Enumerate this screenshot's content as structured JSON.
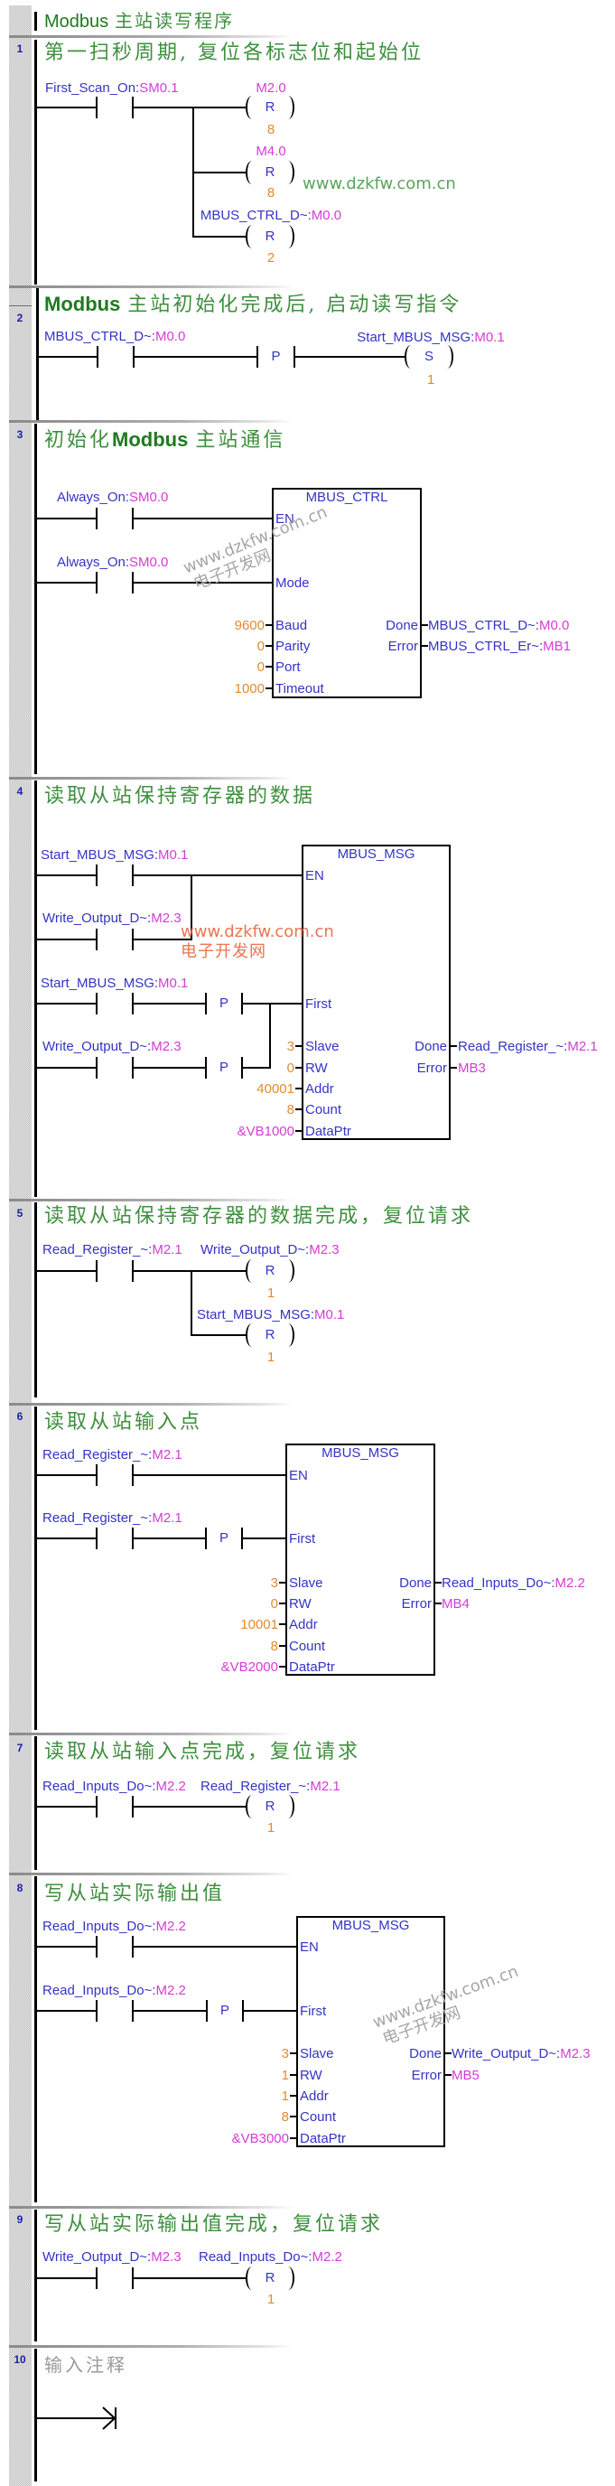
{
  "ui": {
    "addr_sep": ":"
  },
  "colors": {
    "symbol": "#3434c4",
    "address": "#d43cd4",
    "constant": "#e08c2c",
    "pin": "#3434c4",
    "title": "#3f8f3f",
    "title-en": "#1f7a1f",
    "netnum": "#1c1cb0",
    "placeholder": "#9a9a9a",
    "wm-green": "#5aa55a",
    "wm-red": "#ea7550",
    "wm-gray": "#a6a6a6"
  },
  "header": {
    "prefix": "Modbus",
    "text": "主站读写程序"
  },
  "watermark": {
    "url": "www.dzkfw.com.cn",
    "site": "电子开发网"
  },
  "networks": [
    {
      "number": "1",
      "title": "第一扫秒周期, 复位各标志位和起始位",
      "contacts": [
        {
          "symbol": "First_Scan_On",
          "address": "SM0.1"
        }
      ],
      "coils": [
        {
          "address": "M2.0",
          "instruction": "R",
          "count": "8"
        },
        {
          "address": "M4.0",
          "instruction": "R",
          "count": "8"
        },
        {
          "symbol": "MBUS_CTRL_D~",
          "address": "M0.0",
          "instruction": "R",
          "count": "2"
        }
      ]
    },
    {
      "number": "2",
      "title_prefix": "Modbus",
      "title": "主站初始化完成后, 启动读写指令",
      "contacts": [
        {
          "symbol": "MBUS_CTRL_D~",
          "address": "M0.0",
          "edge": "P"
        }
      ],
      "coils": [
        {
          "symbol": "Start_MBUS_MSG",
          "address": "M0.1",
          "instruction": "S",
          "count": "1"
        }
      ]
    },
    {
      "number": "3",
      "title_lead": "初始化",
      "title_prefix": "Modbus",
      "title": "主站通信",
      "contacts": [
        {
          "symbol": "Always_On",
          "address": "SM0.0"
        },
        {
          "symbol": "Always_On",
          "address": "SM0.0"
        }
      ],
      "block": {
        "name": "MBUS_CTRL",
        "inputs": [
          {
            "pin": "EN"
          },
          {
            "pin": "Mode"
          },
          {
            "pin": "Baud",
            "value": "9600"
          },
          {
            "pin": "Parity",
            "value": "0"
          },
          {
            "pin": "Port",
            "value": "0"
          },
          {
            "pin": "Timeout",
            "value": "1000"
          }
        ],
        "outputs": [
          {
            "pin": "Done",
            "symbol": "MBUS_CTRL_D~",
            "address": "M0.0"
          },
          {
            "pin": "Error",
            "symbol": "MBUS_CTRL_Er~",
            "address": "MB1"
          }
        ]
      }
    },
    {
      "number": "4",
      "title": "读取从站保持寄存器的数据",
      "contacts": [
        {
          "symbol": "Start_MBUS_MSG",
          "address": "M0.1"
        },
        {
          "symbol": "Write_Output_D~",
          "address": "M2.3"
        },
        {
          "symbol": "Start_MBUS_MSG",
          "address": "M0.1",
          "edge": "P"
        },
        {
          "symbol": "Write_Output_D~",
          "address": "M2.3",
          "edge": "P"
        }
      ],
      "block": {
        "name": "MBUS_MSG",
        "inputs": [
          {
            "pin": "EN"
          },
          {
            "pin": "First"
          },
          {
            "pin": "Slave",
            "value": "3"
          },
          {
            "pin": "RW",
            "value": "0"
          },
          {
            "pin": "Addr",
            "value": "40001"
          },
          {
            "pin": "Count",
            "value": "8"
          },
          {
            "pin": "DataPtr",
            "value": "&VB1000"
          }
        ],
        "outputs": [
          {
            "pin": "Done",
            "symbol": "Read_Register_~",
            "address": "M2.1"
          },
          {
            "pin": "Error",
            "address": "MB3"
          }
        ]
      }
    },
    {
      "number": "5",
      "title": "读取从站保持寄存器的数据完成，复位请求",
      "contacts": [
        {
          "symbol": "Read_Register_~",
          "address": "M2.1"
        }
      ],
      "coils": [
        {
          "symbol": "Write_Output_D~",
          "address": "M2.3",
          "instruction": "R",
          "count": "1"
        },
        {
          "symbol": "Start_MBUS_MSG",
          "address": "M0.1",
          "instruction": "R",
          "count": "1"
        }
      ]
    },
    {
      "number": "6",
      "title": "读取从站输入点",
      "contacts": [
        {
          "symbol": "Read_Register_~",
          "address": "M2.1"
        },
        {
          "symbol": "Read_Register_~",
          "address": "M2.1",
          "edge": "P"
        }
      ],
      "block": {
        "name": "MBUS_MSG",
        "inputs": [
          {
            "pin": "EN"
          },
          {
            "pin": "First"
          },
          {
            "pin": "Slave",
            "value": "3"
          },
          {
            "pin": "RW",
            "value": "0"
          },
          {
            "pin": "Addr",
            "value": "10001"
          },
          {
            "pin": "Count",
            "value": "8"
          },
          {
            "pin": "DataPtr",
            "value": "&VB2000"
          }
        ],
        "outputs": [
          {
            "pin": "Done",
            "symbol": "Read_Inputs_Do~",
            "address": "M2.2"
          },
          {
            "pin": "Error",
            "address": "MB4"
          }
        ]
      }
    },
    {
      "number": "7",
      "title": "读取从站输入点完成，复位请求",
      "contacts": [
        {
          "symbol": "Read_Inputs_Do~",
          "address": "M2.2"
        }
      ],
      "coils": [
        {
          "symbol": "Read_Register_~",
          "address": "M2.1",
          "instruction": "R",
          "count": "1"
        }
      ]
    },
    {
      "number": "8",
      "title": "写从站实际输出值",
      "contacts": [
        {
          "symbol": "Read_Inputs_Do~",
          "address": "M2.2"
        },
        {
          "symbol": "Read_Inputs_Do~",
          "address": "M2.2",
          "edge": "P"
        }
      ],
      "block": {
        "name": "MBUS_MSG",
        "inputs": [
          {
            "pin": "EN"
          },
          {
            "pin": "First"
          },
          {
            "pin": "Slave",
            "value": "3"
          },
          {
            "pin": "RW",
            "value": "1"
          },
          {
            "pin": "Addr",
            "value": "1"
          },
          {
            "pin": "Count",
            "value": "8"
          },
          {
            "pin": "DataPtr",
            "value": "&VB3000"
          }
        ],
        "outputs": [
          {
            "pin": "Done",
            "symbol": "Write_Output_D~",
            "address": "M2.3"
          },
          {
            "pin": "Error",
            "address": "MB5"
          }
        ]
      }
    },
    {
      "number": "9",
      "title": "写从站实际输出值完成，复位请求",
      "contacts": [
        {
          "symbol": "Write_Output_D~",
          "address": "M2.3"
        }
      ],
      "coils": [
        {
          "symbol": "Read_Inputs_Do~",
          "address": "M2.2",
          "instruction": "R",
          "count": "1"
        }
      ]
    },
    {
      "number": "10",
      "title": "输入注释"
    }
  ]
}
